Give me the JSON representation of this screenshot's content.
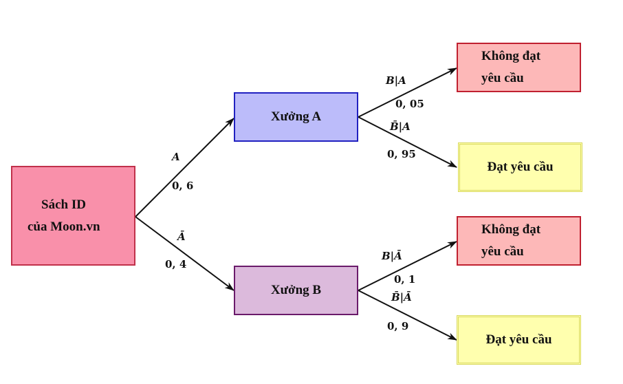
{
  "root": {
    "line1": "Sách ID",
    "line2": "của Moon.vn"
  },
  "workshop_a": {
    "label": "Xưởng A"
  },
  "workshop_b": {
    "label": "Xưởng B"
  },
  "outcomes": {
    "fail_label_line1": "Không đạt",
    "fail_label_line2": "yêu cầu",
    "pass_label": "Đạt yêu cầu"
  },
  "edges": {
    "root_to_a": {
      "event": "A",
      "prob": "0, 6"
    },
    "root_to_b": {
      "event": "Ā",
      "prob": "0, 4"
    },
    "a_to_fail": {
      "event": "B|A",
      "prob": "0, 05"
    },
    "a_to_pass": {
      "event": "B̄|A",
      "prob": "0, 95"
    },
    "b_to_fail": {
      "event": "B|Ā",
      "prob": "0, 1"
    },
    "b_to_pass": {
      "event": "B̄|Ā",
      "prob": "0, 9"
    }
  },
  "colors": {
    "root_fill": "#f990aa",
    "workshop_a_fill": "#bcbcfa",
    "workshop_b_fill": "#dcbadc",
    "fail_fill": "#fdb8b8",
    "pass_fill": "#ffffae",
    "arrow": "#111111"
  }
}
